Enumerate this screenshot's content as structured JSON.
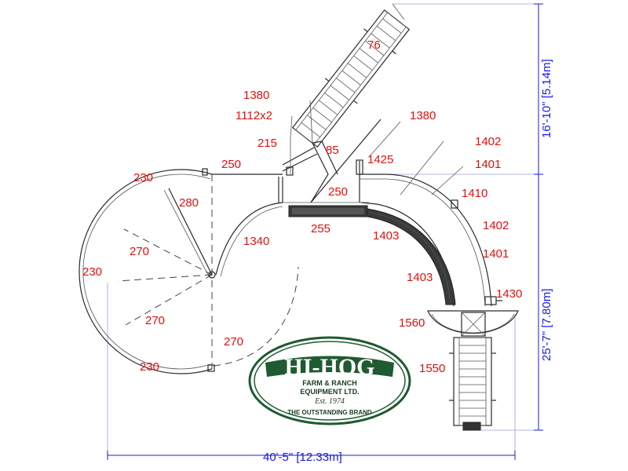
{
  "labels": {
    "l76": "76",
    "l1380a": "1380",
    "l1112x2": "1112x2",
    "l1380b": "1380",
    "l215": "215",
    "l85": "85",
    "l1425": "1425",
    "l1402a": "1402",
    "l1401a": "1401",
    "l230a": "230",
    "l250a": "250",
    "l250b": "250",
    "l1410": "1410",
    "l280": "280",
    "l255": "255",
    "l1403a": "1403",
    "l1402b": "1402",
    "l1340": "1340",
    "l270a": "270",
    "l1401b": "1401",
    "l230b": "230",
    "l1403b": "1403",
    "l1430": "1430",
    "l270b": "270",
    "l1560": "1560",
    "l270c": "270",
    "l230c": "230",
    "l1550": "1550"
  },
  "dimensions": {
    "upper_height": "16'-10\" [5.14m]",
    "lower_height": "25'-7\" [7.80m]",
    "width": "40'-5\" [12.33m]"
  },
  "logo": {
    "name": "HI-HOG",
    "line1": "FARM & RANCH",
    "line2": "EQUIPMENT LTD.",
    "est": "Est. 1974",
    "tagline": "THE OUTSTANDING BRAND"
  },
  "colors": {
    "label": "#e01010",
    "dimension": "#1a1ae0",
    "logo_green": "#1f5a30"
  }
}
